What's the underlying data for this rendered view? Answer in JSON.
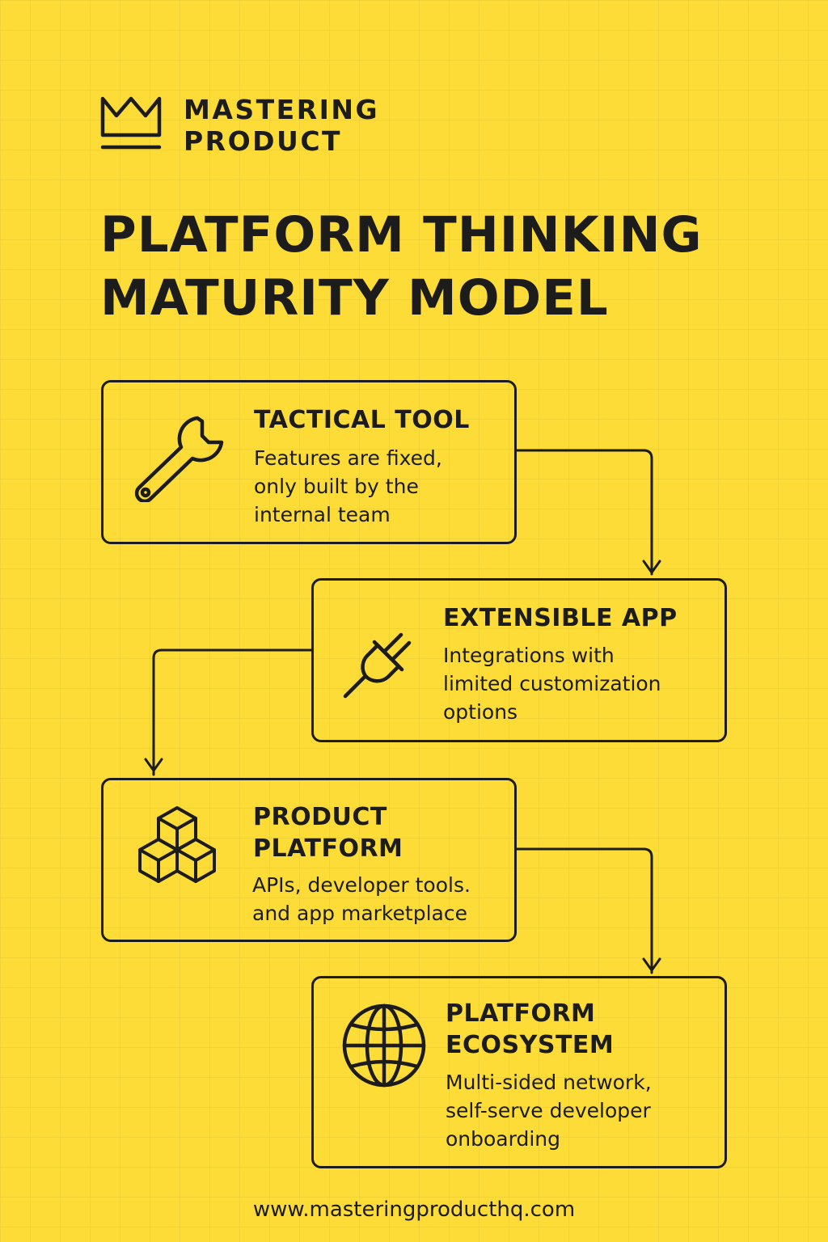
{
  "colors": {
    "background": "#fddc37",
    "ink": "#1c1c1c"
  },
  "brand": {
    "logo_icon": "crown-icon",
    "name_line1": "MASTERING",
    "name_line2": "PRODUCT"
  },
  "title": {
    "line1": "PLATFORM THINKING",
    "line2": "MATURITY MODEL"
  },
  "stages": [
    {
      "icon": "wrench-icon",
      "title_lines": [
        "TACTICAL TOOL"
      ],
      "desc_lines": [
        "Features are fixed,",
        "only built by the",
        "internal team"
      ]
    },
    {
      "icon": "plug-icon",
      "title_lines": [
        "EXTENSIBLE APP"
      ],
      "desc_lines": [
        "Integrations with",
        "limited customization",
        "options"
      ]
    },
    {
      "icon": "cubes-icon",
      "title_lines": [
        "PRODUCT",
        "PLATFORM"
      ],
      "desc_lines": [
        "APIs, developer tools.",
        "and app marketplace"
      ]
    },
    {
      "icon": "globe-icon",
      "title_lines": [
        "PLATFORM",
        "ECOSYSTEM"
      ],
      "desc_lines": [
        "Multi-sided network,",
        "self-serve developer",
        "onboarding"
      ]
    }
  ],
  "footer": {
    "url": "www.masteringproducthq.com"
  }
}
